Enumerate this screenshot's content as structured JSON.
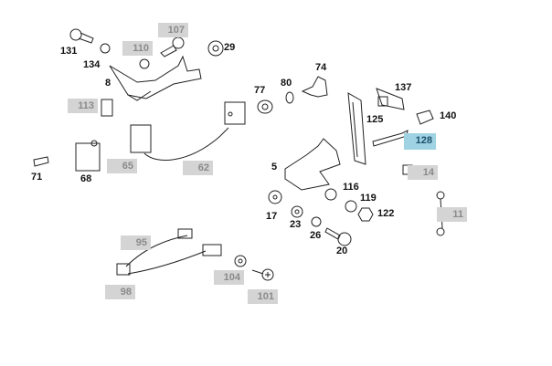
{
  "labels": {
    "p131": "131",
    "p134": "134",
    "p29": "29",
    "p8": "8",
    "p77": "77",
    "p80": "80",
    "p74": "74",
    "p137": "137",
    "p125": "125",
    "p140": "140",
    "p5": "5",
    "p116": "116",
    "p119": "119",
    "p122": "122",
    "p17": "17",
    "p23": "23",
    "p26": "26",
    "p20": "20",
    "p71": "71",
    "p68": "68"
  },
  "hotspots": {
    "h110": "110",
    "h107": "107",
    "h113": "113",
    "h128": "128",
    "h14": "14",
    "h11": "11",
    "h65": "65",
    "h62": "62",
    "h95": "95",
    "h98": "98",
    "h104": "104",
    "h101": "101"
  },
  "colors": {
    "hotspot": "#d4d4d4",
    "selected_hotspot": "#9fd3e3",
    "ink": "#111111"
  },
  "selected_part": "128"
}
